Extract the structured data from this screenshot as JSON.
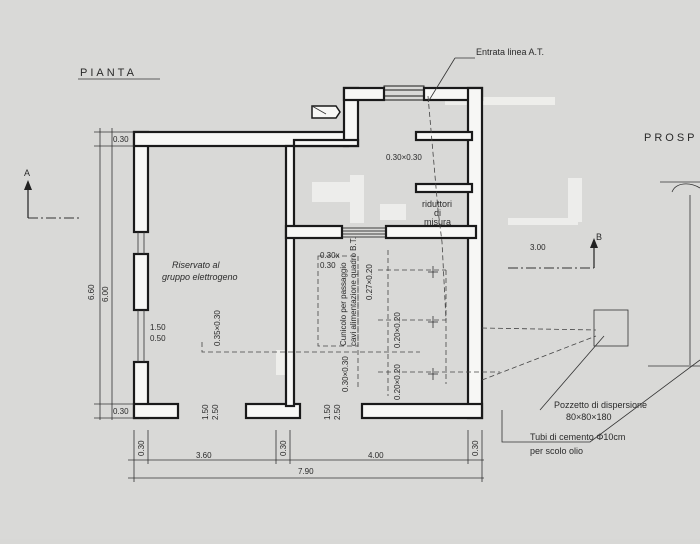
{
  "title": "PIANTA",
  "right_title": "PROSP",
  "labels": {
    "entrata": "Entrata linea A.T.",
    "riduttori_1": "riduttori",
    "riduttori_2": "di",
    "riduttori_3": "misura",
    "riservato_1": "Riservato al",
    "riservato_2": "gruppo elettrogeno",
    "cunicolo_1": "Cunicolo per passaggio",
    "cunicolo_2": "cavi alimentazione quadro B.T.",
    "pozzetto_1": "Pozzetto di dispersione",
    "pozzetto_2": "80×80×180",
    "tubi_1": "Tubi di cemento Φ10cm",
    "tubi_2": "per scolo olio",
    "section_a": "A",
    "section_b": "B"
  },
  "dimensions": {
    "d030_top": "0.30",
    "d660": "6.60",
    "d600": "6.00",
    "d030_bot": "0.30",
    "d150": "1.50",
    "d050": "0.50",
    "d035x030": "0.35×0.30",
    "d030x030": "0.30×0.30",
    "d030x_a": "0.30x",
    "d030x_b": "0.30",
    "d150b": "1.50",
    "d250b": "2.50",
    "d150c": "1.50",
    "d250c": "2.50",
    "d030_d": "0.30×0.30",
    "d027x020": "0.27×0.20",
    "d020x020_a": "0.20×0.20",
    "d020x020_b": "0.20×0.20",
    "d300_right": "3.00",
    "b030_1": "0.30",
    "b360": "3.60",
    "b030_2": "0.30",
    "b400": "4.00",
    "b030_3": "0.30",
    "b790": "7.90"
  }
}
